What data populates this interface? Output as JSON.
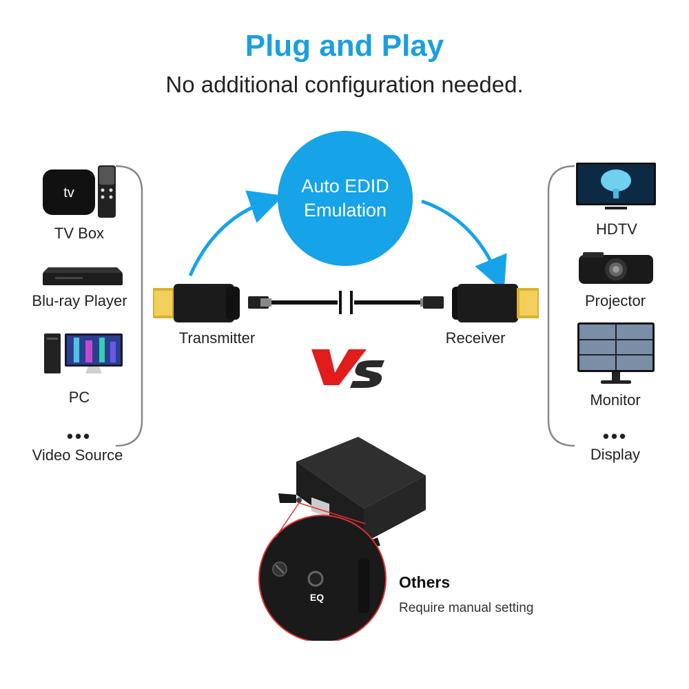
{
  "header": {
    "title": "Plug and Play",
    "subtitle": "No additional configuration needed."
  },
  "center": {
    "circle_line1": "Auto EDID",
    "circle_line2": "Emulation",
    "transmitter_label": "Transmitter",
    "receiver_label": "Receiver",
    "vs_text": "VS"
  },
  "sources": {
    "items": [
      "TV Box",
      "Blu-ray Player",
      "PC"
    ],
    "more_dots": "•••",
    "more_label": "Video Source",
    "tv_box_logo": "tv"
  },
  "displays": {
    "items": [
      "HDTV",
      "Projector",
      "Monitor"
    ],
    "more_dots": "•••",
    "more_label": "Display"
  },
  "others": {
    "title": "Others",
    "subtitle": "Require manual setting",
    "eq_label": "EQ"
  },
  "colors": {
    "accent": "#16a3e8",
    "vs_red": "#e21b1b",
    "vs_dark": "#2a2a2a",
    "zoom_ring": "#e03030"
  }
}
